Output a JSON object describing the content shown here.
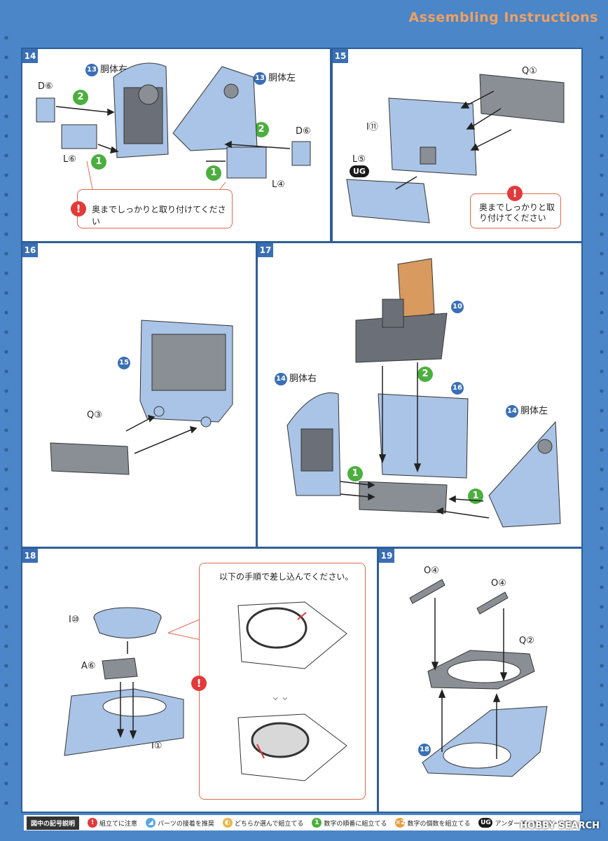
{
  "header": {
    "title": "Assembling Instructions"
  },
  "steps": {
    "s14": {
      "number": "14",
      "body_right_ref": "13",
      "body_right": "胴体右",
      "body_left_ref": "13",
      "body_left": "胴体左",
      "part_d6_a": "D⑥",
      "part_d6_b": "D⑥",
      "part_l6": "L⑥",
      "part_l4": "L④",
      "order_1a": "1",
      "order_2a": "2",
      "order_2b": "2",
      "order_1b": "1",
      "warning_icon": "!",
      "warning_text": "奥までしっかりと取り付けてください"
    },
    "s15": {
      "number": "15",
      "part_q1": "Q①",
      "part_i11": "I⑪",
      "part_l5": "L⑤",
      "ug": "UG",
      "warning_icon": "!",
      "warning_text": "奥までしっかりと取り付けてください"
    },
    "s16": {
      "number": "16",
      "ref15": "15",
      "part_q3": "Q③"
    },
    "s17": {
      "number": "17",
      "ref10": "10",
      "ref16": "16",
      "body_right_ref": "14",
      "body_right": "胴体右",
      "body_left_ref": "14",
      "body_left": "胴体左",
      "order_1a": "1",
      "order_1b": "1",
      "order_2": "2"
    },
    "s18": {
      "number": "18",
      "part_i10": "I⑩",
      "part_a6": "A⑥",
      "part_i1": "I①",
      "callout_text": "以下の手順で差し込んでください。",
      "warning_icon": "!"
    },
    "s19": {
      "number": "19",
      "part_o4_a": "O④",
      "part_o4_b": "O④",
      "part_q2": "Q②",
      "ref18": "18"
    }
  },
  "legend": {
    "title": "図中の記号説明",
    "items": [
      {
        "icon": "!",
        "text": "組立てに注意",
        "color": "#e23a3a"
      },
      {
        "icon": "◢",
        "text": "パーツの接着を推奨",
        "color": "#5aa8e0"
      },
      {
        "icon": "◐",
        "text": "どちらか選んで組立てる",
        "color": "#e8b84a"
      },
      {
        "icon": "1",
        "text": "数字の順番に組立てる",
        "color": "#4caf3f"
      },
      {
        "icon": "×2",
        "text": "数字の個数を組立てる",
        "color": "#e8a040"
      },
      {
        "icon": "UG",
        "text": "アンダーゲートのパーツです",
        "color": "#1a1a1a"
      }
    ]
  },
  "watermark": "HOBBY SEARCH",
  "colors": {
    "part_blue": "#a9c4e6",
    "part_gray": "#8a8f96",
    "seat_orange": "#d89a5e",
    "bg_blue": "#4a86c8"
  }
}
